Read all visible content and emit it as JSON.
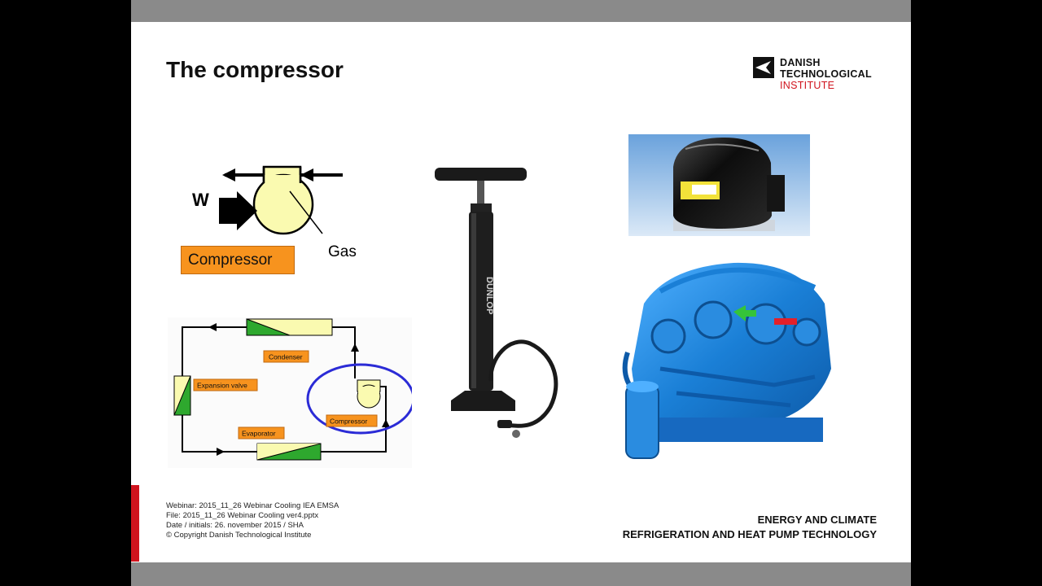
{
  "slide": {
    "title": "The compressor",
    "logo": {
      "line1": "DANISH",
      "line2": "TECHNOLOGICAL",
      "line3": "INSTITUTE"
    },
    "symbol": {
      "work_label": "W",
      "gas_label": "Gas",
      "compressor_label": "Compressor"
    },
    "cycle": {
      "condenser": "Condenser",
      "expansion_valve": "Expansion valve",
      "evaporator": "Evaporator",
      "compressor": "Compressor"
    },
    "pump_brand": "DUNLOP",
    "footer": {
      "webinar": "Webinar: 2015_11_26 Webinar Cooling IEA EMSA",
      "file": "File: 2015_11_26 Webinar Cooling ver4.pptx",
      "date": "Date / initials: 26. november 2015 / SHA",
      "copyright": "© Copyright Danish Technological Institute",
      "dept1": "ENERGY AND CLIMATE",
      "dept2": "REFRIGERATION AND HEAT PUMP TECHNOLOGY"
    }
  },
  "colors": {
    "accent_red": "#d0141e",
    "orange_label": "#f7931e",
    "compressor_yellow": "#fafab0",
    "cycle_circle_blue": "#2b2bd6",
    "industrial_blue": "#1e88e5"
  }
}
